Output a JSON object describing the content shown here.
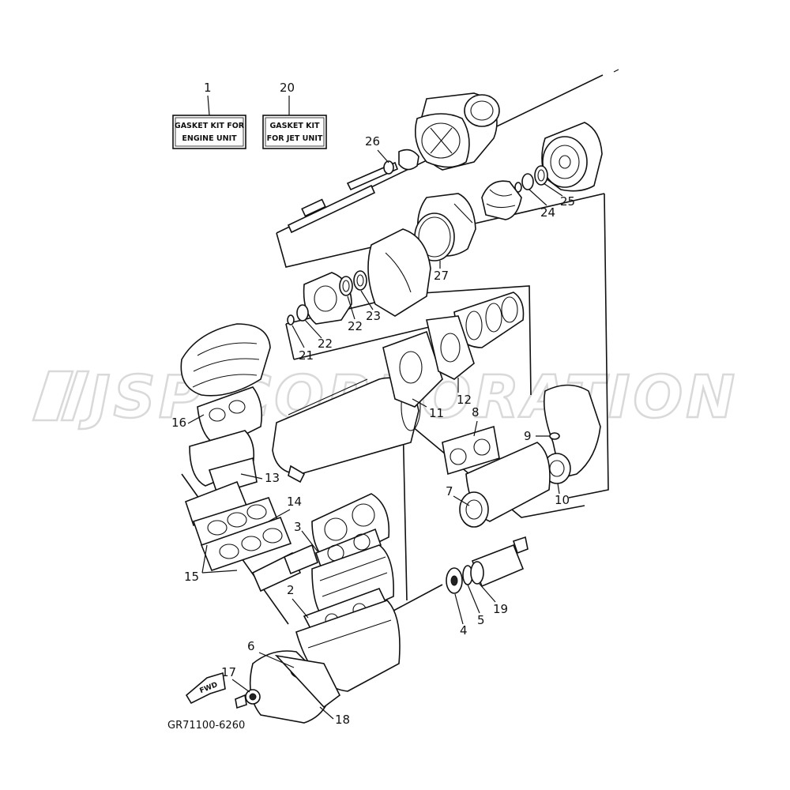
{
  "watermark": "JSP CORPORATION",
  "drawing_code": "GR71100-6260",
  "fwd_badge": "FWD",
  "kit_boxes": [
    {
      "number": "1",
      "line1": "GASKET KIT FOR",
      "line2": "ENGINE UNIT"
    },
    {
      "number": "20",
      "line1": "GASKET KIT",
      "line2": "FOR JET UNIT"
    }
  ],
  "callouts": [
    "2",
    "3",
    "4",
    "5",
    "6",
    "7",
    "8",
    "9",
    "10",
    "11",
    "12",
    "13",
    "14",
    "15",
    "16",
    "17",
    "18",
    "19",
    "21",
    "22",
    "22",
    "23",
    "24",
    "25",
    "26",
    "27"
  ]
}
